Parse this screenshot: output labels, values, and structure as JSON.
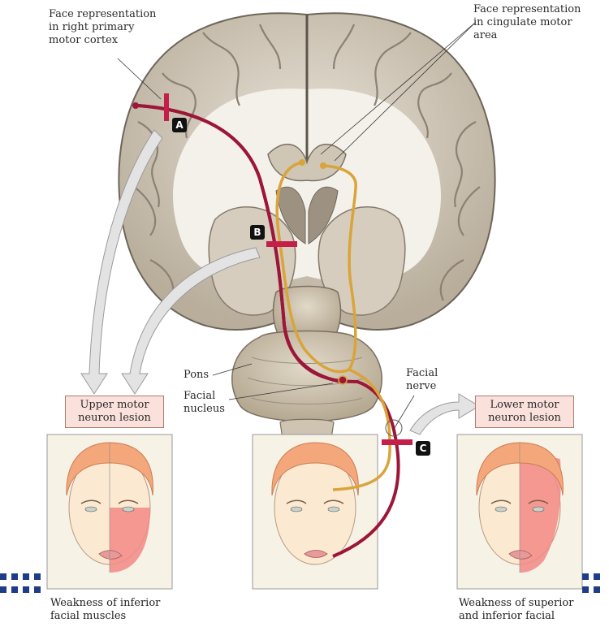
{
  "labels": {
    "face_primary": "Face representation\nin right primary\nmotor cortex",
    "face_cingulate": "Face representation\nin cingulate motor\narea",
    "pons": "Pons",
    "facial_nucleus": "Facial\nnucleus",
    "facial_nerve": "Facial\nnerve"
  },
  "boxes": {
    "upper": "Upper motor\nneuron lesion",
    "lower": "Lower motor\nneuron lesion"
  },
  "markers": {
    "a": "A",
    "b": "B",
    "c": "C"
  },
  "captions": {
    "left": "Weakness of inferior\nfacial muscles",
    "right": "Weakness of superior\nand inferior facial"
  },
  "colors": {
    "pathway_primary": "#9c1638",
    "pathway_cingulate": "#d9a43a",
    "lesion_bar": "#c41e4a",
    "weakness_shade": "#f28a86",
    "label_box_fill": "#fbe1dc",
    "brain_gray": "#d8d0c3"
  }
}
